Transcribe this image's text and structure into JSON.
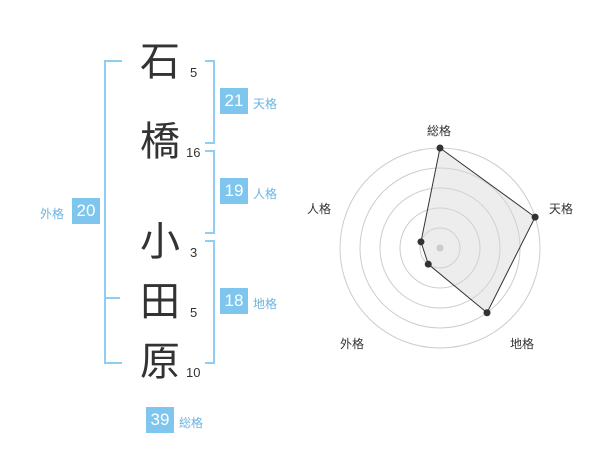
{
  "surname": [
    {
      "char": "石",
      "strokes": "5"
    },
    {
      "char": "橋",
      "strokes": "16"
    }
  ],
  "given_name": [
    {
      "char": "小",
      "strokes": "3"
    },
    {
      "char": "田",
      "strokes": "5"
    },
    {
      "char": "原",
      "strokes": "10"
    }
  ],
  "fortune": {
    "tenkaku": {
      "label": "天格",
      "value": "21"
    },
    "jinkaku": {
      "label": "人格",
      "value": "19"
    },
    "chikaku": {
      "label": "地格",
      "value": "18"
    },
    "gaikaku": {
      "label": "外格",
      "value": "20"
    },
    "soukaku": {
      "label": "総格",
      "value": "39"
    }
  },
  "colors": {
    "accent": "#7ec6ee",
    "bracket": "#8fcdf2",
    "text": "#333333"
  },
  "chart_data": {
    "type": "radar",
    "axes": [
      "総格",
      "天格",
      "地格",
      "外格",
      "人格"
    ],
    "values": [
      5,
      5,
      4,
      1,
      1
    ],
    "max": 5,
    "rings": 5
  }
}
